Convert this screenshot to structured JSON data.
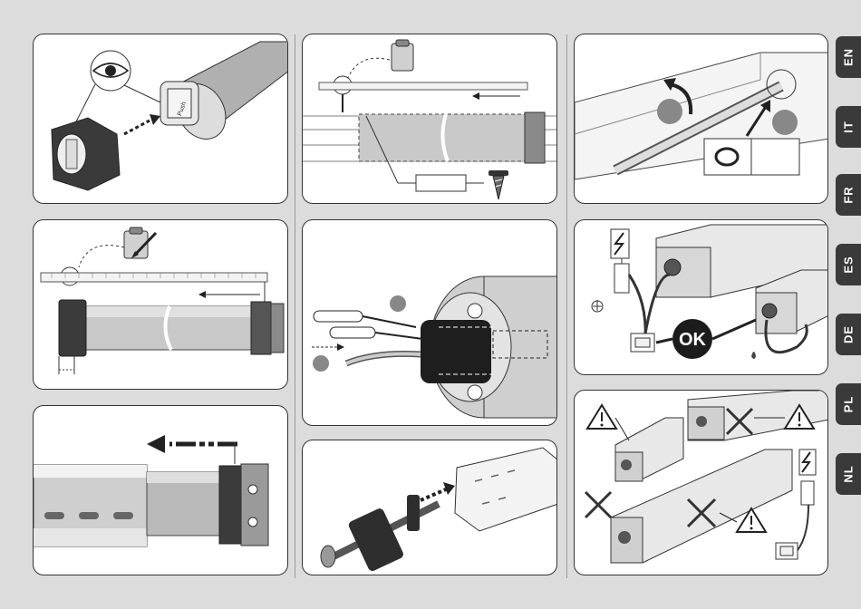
{
  "languages": [
    "EN",
    "IT",
    "FR",
    "ES",
    "DE",
    "PL",
    "NL"
  ],
  "ok_label": "OK",
  "push_label": "Push",
  "colors": {
    "background": "#dcdcdc",
    "panel": "#ffffff",
    "border": "#333333",
    "tab": "#3a3a3a",
    "metal": "#b5b5b5",
    "dark": "#2d2d2d"
  },
  "icons": [
    "eye-icon",
    "clipboard-icon",
    "pencil-icon",
    "screw-icon",
    "warning-icon",
    "lightning-icon",
    "socket-icon",
    "screwdriver-icon",
    "cross-icon",
    "arrow-icon"
  ]
}
